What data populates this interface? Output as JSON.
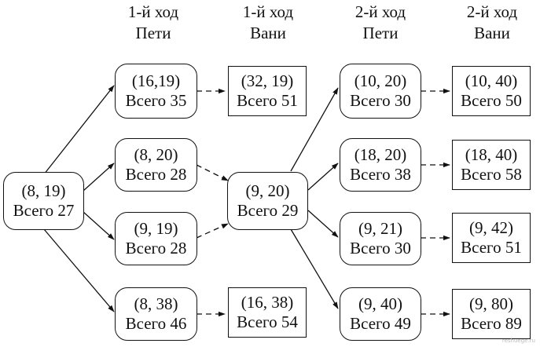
{
  "headers": [
    {
      "line1": "1-й ход",
      "line2": "Пети"
    },
    {
      "line1": "1-й ход",
      "line2": "Вани"
    },
    {
      "line1": "2-й ход",
      "line2": "Пети"
    },
    {
      "line1": "2-й ход",
      "line2": "Вани"
    }
  ],
  "nodes": {
    "start": {
      "pair": "(8, 19)",
      "total": "Всего 27"
    },
    "p1a": {
      "pair": "(16,19)",
      "total": "Всего 35"
    },
    "p1b": {
      "pair": "(8, 20)",
      "total": "Всего 28"
    },
    "p1c": {
      "pair": "(9, 19)",
      "total": "Всего 28"
    },
    "p1d": {
      "pair": "(8, 38)",
      "total": "Всего 46"
    },
    "v1a": {
      "pair": "(32, 19)",
      "total": "Всего 51"
    },
    "v1m": {
      "pair": "(9, 20)",
      "total": "Всего 29"
    },
    "v1d": {
      "pair": "(16, 38)",
      "total": "Всего 54"
    },
    "p2a": {
      "pair": "(10, 20)",
      "total": "Всего 30"
    },
    "p2b": {
      "pair": "(18, 20)",
      "total": "Всего 38"
    },
    "p2c": {
      "pair": "(9, 21)",
      "total": "Всего 30"
    },
    "p2d": {
      "pair": "(9, 40)",
      "total": "Всего 49"
    },
    "v2a": {
      "pair": "(10, 40)",
      "total": "Всего 50"
    },
    "v2b": {
      "pair": "(18, 40)",
      "total": "Всего 58"
    },
    "v2c": {
      "pair": "(9, 42)",
      "total": "Всего 51"
    },
    "v2d": {
      "pair": "(9, 80)",
      "total": "Всего 89"
    }
  },
  "watermark": "reshuege.ru"
}
